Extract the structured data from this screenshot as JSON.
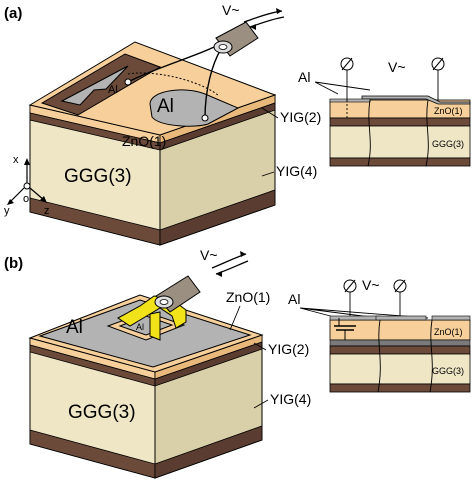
{
  "panel_a": {
    "tag": "(a)",
    "voltage": "V~",
    "electrode_small": "Al",
    "electrode_large": "Al",
    "zno": "ZnO(1)",
    "ggg": "GGG(3)",
    "axes": {
      "x": "x",
      "y": "y",
      "z": "z",
      "origin": "o"
    },
    "callouts": {
      "al": "Al",
      "yig_top": "YIG(2)",
      "yig_bottom": "YIG(4)"
    },
    "section": {
      "voltage": "V~",
      "zno": "ZnO(1)",
      "ggg": "GGG(3)"
    }
  },
  "panel_b": {
    "tag": "(b)",
    "voltage": "V~",
    "electrode_large": "Al",
    "electrode_small": "Al",
    "ggg": "GGG(3)",
    "callouts": {
      "zno": "ZnO(1)",
      "al": "Al",
      "yig_top": "YIG(2)",
      "yig_bottom": "YIG(4)"
    },
    "section": {
      "voltage": "V~",
      "zno": "ZnO(1)",
      "ggg": "GGG(3)"
    }
  },
  "colors": {
    "ggg": "#efe6c6",
    "ggg_dark": "#d9cfa8",
    "yig": "#6b4a3a",
    "zno": "#f6cf9a",
    "aluminum": "#b3b3b3",
    "probe": "#f2e21a"
  }
}
